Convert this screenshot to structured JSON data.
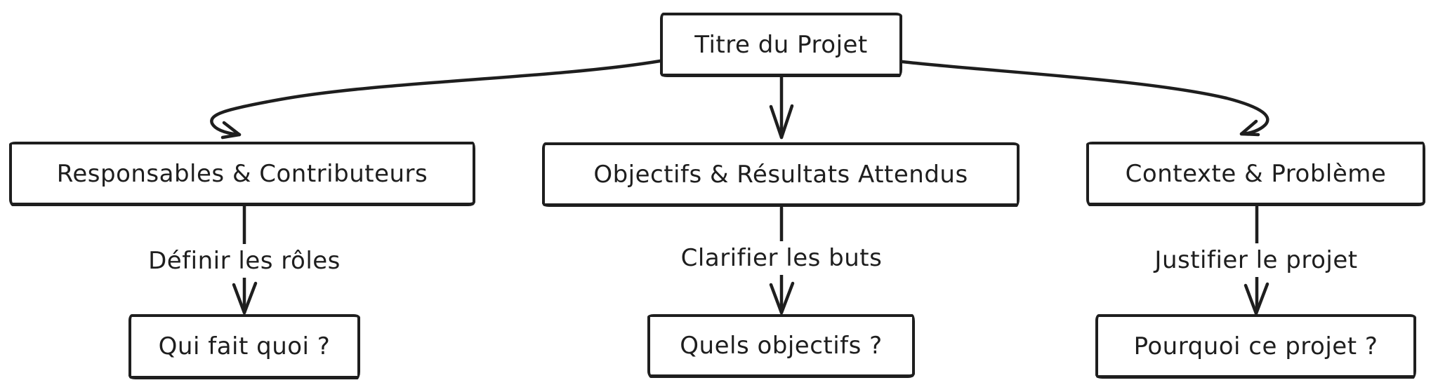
{
  "diagram": {
    "root": {
      "label": "Titre du Projet"
    },
    "columns": [
      {
        "header": "Responsables & Contributeurs",
        "edge_label": "Définir les rôles",
        "leaf": "Qui fait quoi ?"
      },
      {
        "header": "Objectifs & Résultats Attendus",
        "edge_label": "Clarifier les buts",
        "leaf": "Quels objectifs ?"
      },
      {
        "header": "Contexte & Problème",
        "edge_label": "Justifier le projet",
        "leaf": "Pourquoi ce projet ?"
      }
    ],
    "colors": {
      "stroke": "#1e1e1e",
      "background": "#ffffff"
    }
  }
}
